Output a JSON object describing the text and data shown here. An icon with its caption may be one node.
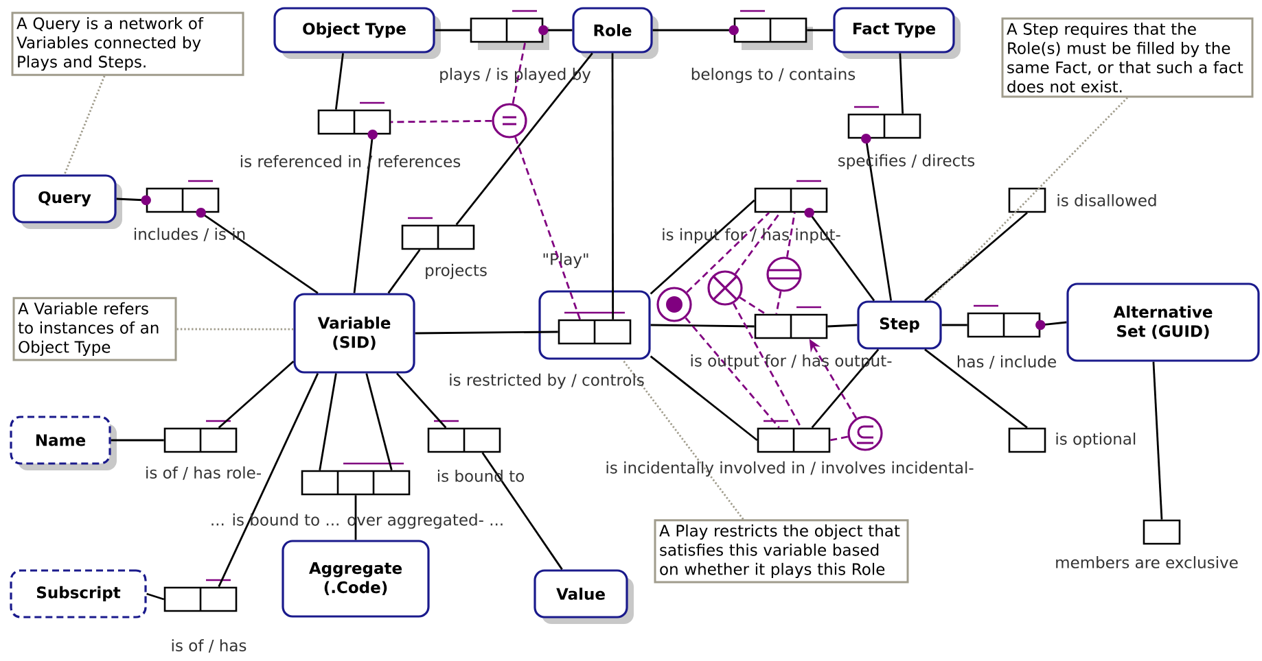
{
  "diagram": {
    "nodes": [
      {
        "text": [
          "Query"
        ]
      },
      {
        "text": [
          "Object Type"
        ]
      },
      {
        "text": [
          "Role"
        ]
      },
      {
        "text": [
          "Fact Type"
        ]
      },
      {
        "text": [
          "Variable (SID)"
        ]
      },
      {
        "text": [
          "Name"
        ]
      },
      {
        "text": [
          "Subscript"
        ]
      },
      {
        "text": [
          "Aggregate (.Code)"
        ]
      },
      {
        "text": [
          "Value"
        ]
      },
      {
        "text": [
          "\"Play\""
        ]
      },
      {
        "text": [
          "Step"
        ]
      },
      {
        "text": [
          "Alternative Set (GUID)"
        ]
      },
      {
        "text": [],
        "shape": "box",
        "beside": [
          "includes / is in"
        ]
      },
      {
        "text": [],
        "shape": "box",
        "beside": [
          "plays / is played by"
        ]
      },
      {
        "text": [],
        "shape": "box",
        "beside": [
          "belongs to / contains"
        ]
      },
      {
        "text": [],
        "shape": "box",
        "beside": [
          "is referenced in / references"
        ]
      },
      {
        "text": [],
        "shape": "box",
        "beside": [
          "projects"
        ]
      },
      {
        "text": [],
        "shape": "box",
        "beside": [
          "specifies / directs"
        ]
      },
      {
        "text": [],
        "shape": "box",
        "beside": [
          "is input for / has input-"
        ]
      },
      {
        "text": [],
        "shape": "box"
      },
      {
        "text": [],
        "shape": "box",
        "beside": [
          "is incidentally involved in / involves incidental-"
        ]
      },
      {
        "text": [],
        "shape": "box",
        "beside": [
          "is disallowed"
        ]
      },
      {
        "text": [],
        "shape": "box",
        "beside": [
          "is optional"
        ]
      },
      {
        "text": [],
        "shape": "box",
        "beside": [
          "has / include"
        ]
      },
      {
        "text": [],
        "shape": "box",
        "beside": [
          "members are exclusive"
        ]
      },
      {
        "text": [],
        "shape": "box",
        "beside": [
          "is of / has role-"
        ]
      },
      {
        "text": [],
        "shape": "box",
        "beside": [
          "is of / has"
        ]
      },
      {
        "text": [],
        "shape": "box",
        "beside": [
          "... is bound to ... over aggregated- ..."
        ]
      },
      {
        "text": [],
        "shape": "box",
        "beside": [
          "is bound to"
        ]
      },
      {
        "text": [],
        "shape": "box",
        "in": 9
      },
      {
        "text": [],
        "shape": "circle"
      },
      {
        "text": [],
        "shape": "circle"
      },
      {
        "text": [],
        "shape": "circle"
      },
      {
        "text": [],
        "shape": "circle"
      },
      {
        "text": [],
        "shape": "circle"
      },
      {
        "text": [
          "A Query is a network of Variables connected by Plays and Steps."
        ]
      },
      {
        "text": [
          "A Variable refers to instances of an Object Type"
        ]
      },
      {
        "text": [
          "A Play restricts the object that satisfies this variable based on whether it plays this Role"
        ]
      },
      {
        "text": [
          "A Step requires that the Role(s) must be filled by the same Fact, or that such a fact does not exist."
        ]
      }
    ],
    "edges": [
      {
        "from": 0,
        "to": 12,
        "arrow": "other"
      },
      {
        "from": 4,
        "to": 12,
        "arrow": "other"
      },
      {
        "from": 1,
        "to": 13,
        "arrow": "none"
      },
      {
        "from": 2,
        "to": 13,
        "arrow": "other"
      },
      {
        "from": 2,
        "to": 14,
        "arrow": "other"
      },
      {
        "from": 3,
        "to": 14,
        "arrow": "none"
      },
      {
        "from": 1,
        "to": 15,
        "arrow": "none"
      },
      {
        "from": 4,
        "to": 15,
        "arrow": "other"
      },
      {
        "from": 4,
        "to": 16,
        "arrow": "none"
      },
      {
        "from": 2,
        "to": 16,
        "arrow": "none"
      },
      {
        "from": 2,
        "to": 29,
        "arrow": "none"
      },
      {
        "from": 4,
        "to": 29,
        "arrow": "none"
      },
      {
        "from": 3,
        "to": 17,
        "arrow": "none"
      },
      {
        "from": 10,
        "to": 17,
        "arrow": "other"
      },
      {
        "from": 9,
        "to": 18,
        "arrow": "none"
      },
      {
        "from": 10,
        "to": 18,
        "arrow": "other"
      },
      {
        "from": 9,
        "to": 19,
        "arrow": "none"
      },
      {
        "from": 10,
        "to": 19,
        "arrow": "none"
      },
      {
        "from": 9,
        "to": 20,
        "arrow": "none"
      },
      {
        "from": 10,
        "to": 20,
        "arrow": "none"
      },
      {
        "from": 10,
        "to": 21,
        "arrow": "none"
      },
      {
        "from": 10,
        "to": 22,
        "arrow": "none"
      },
      {
        "from": 10,
        "to": 23,
        "arrow": "none"
      },
      {
        "from": 11,
        "to": 23,
        "arrow": "other"
      },
      {
        "from": 11,
        "to": 24,
        "arrow": "none"
      },
      {
        "from": 4,
        "to": 25,
        "arrow": "none"
      },
      {
        "from": 5,
        "to": 25,
        "arrow": "none"
      },
      {
        "from": 4,
        "to": 26,
        "arrow": "none"
      },
      {
        "from": 6,
        "to": 26,
        "arrow": "none"
      },
      {
        "from": 4,
        "to": 27,
        "arrow": "none"
      },
      {
        "from": 4,
        "to": 27,
        "arrow": "none"
      },
      {
        "from": 7,
        "to": 27,
        "arrow": "none"
      },
      {
        "from": 4,
        "to": 28,
        "arrow": "none"
      },
      {
        "from": 8,
        "to": 28,
        "arrow": "none"
      },
      {
        "from": 30,
        "to": 15,
        "arrow": "none",
        "style": "dashed",
        "color": "#800080"
      },
      {
        "from": 30,
        "to": 13,
        "arrow": "none",
        "style": "dashed",
        "color": "#800080"
      },
      {
        "from": 30,
        "to": 29,
        "arrow": "none",
        "style": "dashed",
        "color": "#800080"
      },
      {
        "from": 31,
        "to": 18,
        "arrow": "none",
        "style": "dashed",
        "color": "#800080"
      },
      {
        "from": 31,
        "to": 20,
        "arrow": "none",
        "style": "dashed",
        "color": "#800080"
      },
      {
        "from": 32,
        "to": 18,
        "arrow": "none",
        "style": "dashed",
        "color": "#800080"
      },
      {
        "from": 32,
        "to": 19,
        "arrow": "none",
        "style": "dashed",
        "color": "#800080"
      },
      {
        "from": 32,
        "to": 20,
        "arrow": "none",
        "style": "dashed",
        "color": "#800080"
      },
      {
        "from": 33,
        "to": 18,
        "arrow": "none",
        "style": "dashed",
        "color": "#800080"
      },
      {
        "from": 33,
        "to": 19,
        "arrow": "none",
        "style": "dashed",
        "color": "#800080"
      },
      {
        "from": 20,
        "to": 34,
        "arrow": "none",
        "style": "dashed",
        "color": "#800080"
      },
      {
        "from": 34,
        "to": 19,
        "arrow": "to",
        "style": "dashed",
        "color": "#800080"
      },
      {
        "from": 35,
        "to": 0,
        "arrow": "none",
        "style": "dashed",
        "color": "#a09c8c"
      },
      {
        "from": 36,
        "to": 4,
        "arrow": "none",
        "style": "dashed",
        "color": "#a09c8c"
      },
      {
        "from": 37,
        "to": 9,
        "arrow": "none",
        "style": "dashed",
        "color": "#a09c8c"
      },
      {
        "from": 38,
        "to": 10,
        "arrow": "none",
        "style": "dashed",
        "color": "#a09c8c"
      }
    ],
    "labels": [
      "is output for / has output-",
      "is restricted by / controls"
    ]
  }
}
